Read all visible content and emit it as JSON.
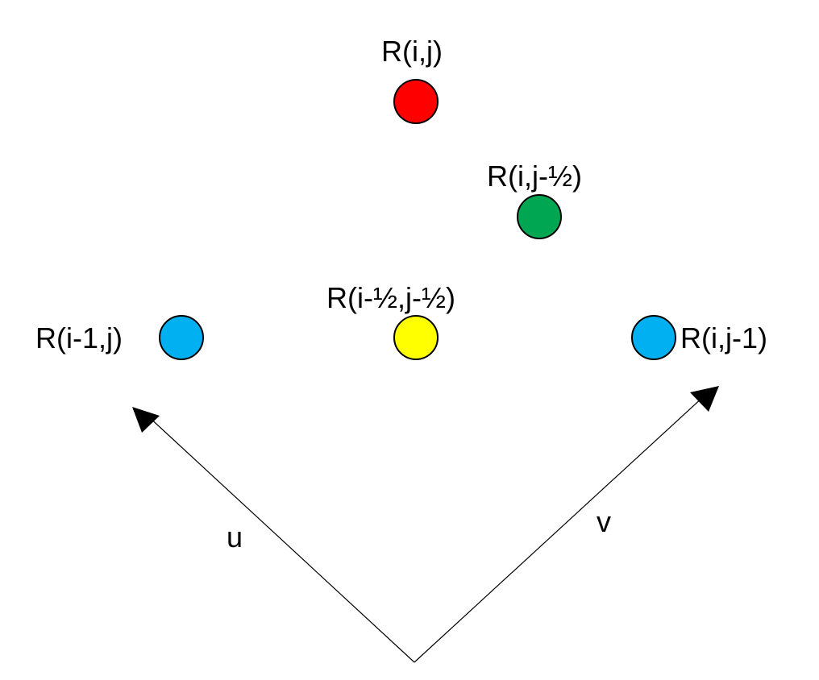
{
  "nodes": [
    {
      "id": "r-i-j",
      "label": "R(i,j)",
      "color": "#ff0000"
    },
    {
      "id": "r-i-jhalf",
      "label": "R(i,j-½)",
      "color": "#00a651"
    },
    {
      "id": "r-ihalf-jhalf",
      "label": "R(i-½,j-½)",
      "color": "#ffff00"
    },
    {
      "id": "r-i1-j",
      "label": "R(i-1,j)",
      "color": "#00b0f0"
    },
    {
      "id": "r-i-j1",
      "label": "R(i,j-1)",
      "color": "#00b0f0"
    }
  ],
  "axes": [
    {
      "id": "u",
      "label": "u"
    },
    {
      "id": "v",
      "label": "v"
    }
  ]
}
